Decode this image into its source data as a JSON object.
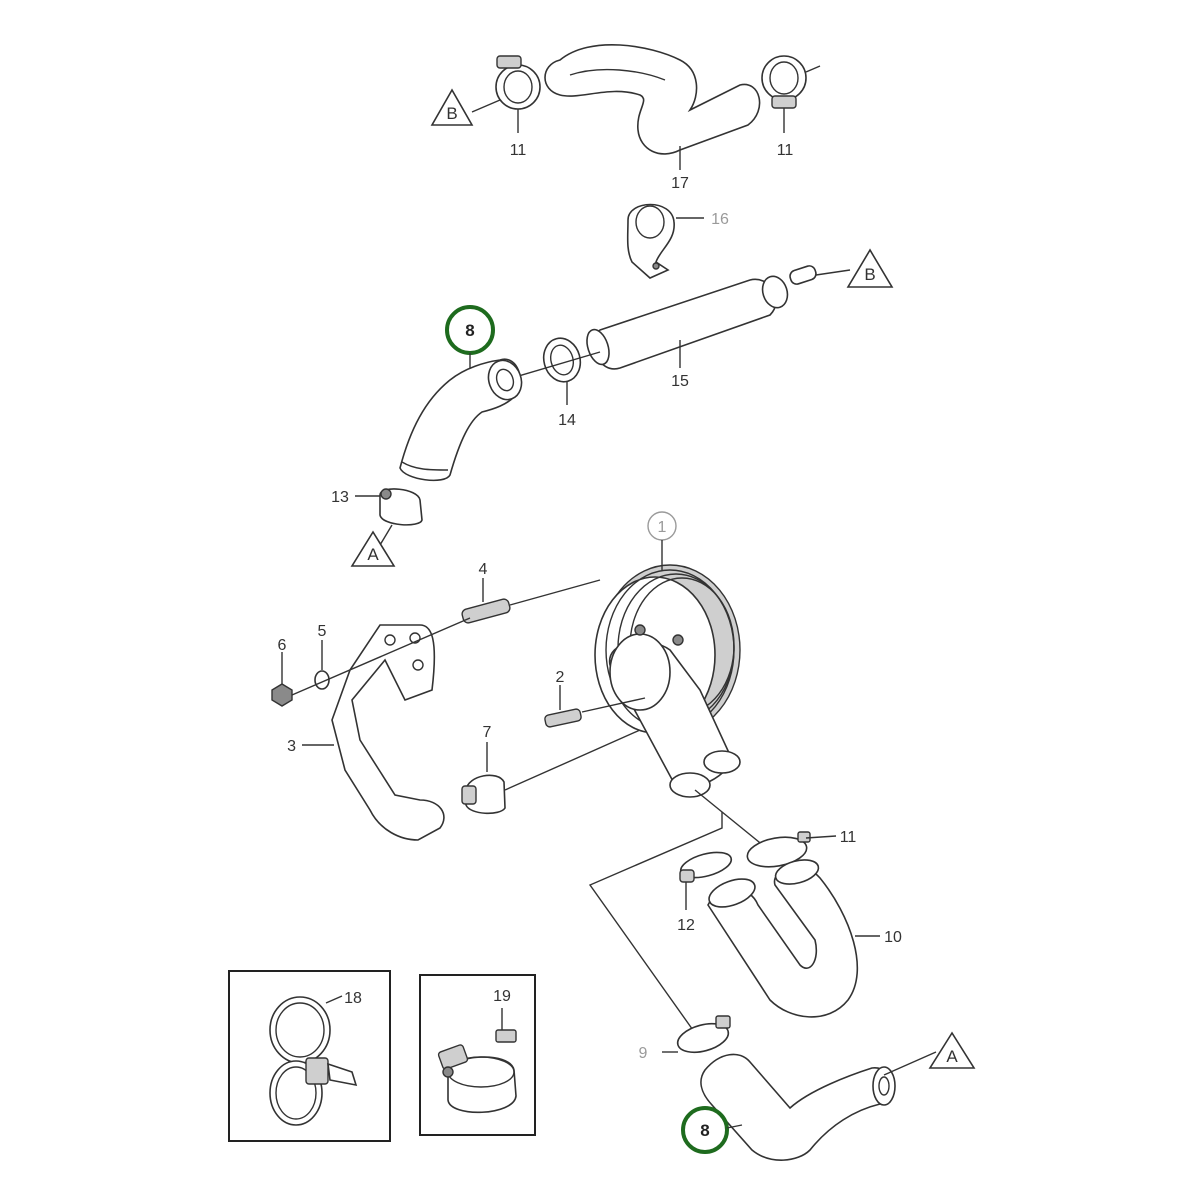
{
  "callouts": {
    "c1": "1",
    "c2": "2",
    "c3": "3",
    "c4": "4",
    "c5": "5",
    "c6": "6",
    "c7": "7",
    "c8_top": "8",
    "c8_bottom": "8",
    "c9": "9",
    "c10": "10",
    "c11_top_left": "11",
    "c11_top_right": "11",
    "c11_mid": "11",
    "c12": "12",
    "c13": "13",
    "c14": "14",
    "c15": "15",
    "c16": "16",
    "c17": "17",
    "c18": "18",
    "c19": "19"
  },
  "refs": {
    "b_left": "B",
    "b_right": "B",
    "a_left": "A",
    "a_right": "A"
  },
  "colors": {
    "highlight_ring": "#1e6b1e",
    "line": "#333333",
    "faded_label": "#9a9a9a"
  }
}
